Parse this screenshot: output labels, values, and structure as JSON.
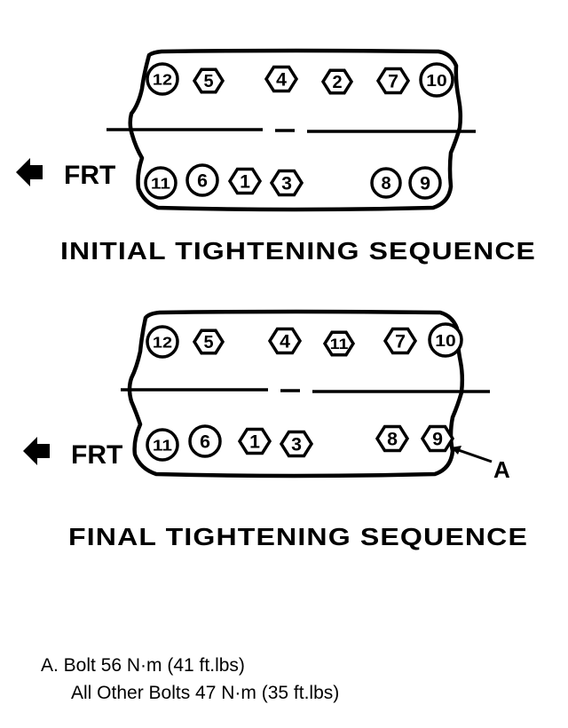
{
  "diagrams": [
    {
      "caption": "INITIAL TIGHTENING SEQUENCE",
      "direction_label": "FRT",
      "direction_icon": "arrow-left-icon",
      "top_row": [
        {
          "label": "12",
          "shape": "circle"
        },
        {
          "label": "5",
          "shape": "hexagon"
        },
        {
          "label": "4",
          "shape": "hexagon"
        },
        {
          "label": "2",
          "shape": "hexagon"
        },
        {
          "label": "7",
          "shape": "hexagon"
        },
        {
          "label": "10",
          "shape": "circle"
        }
      ],
      "bottom_row": [
        {
          "label": "11",
          "shape": "circle"
        },
        {
          "label": "6",
          "shape": "circle"
        },
        {
          "label": "1",
          "shape": "hexagon"
        },
        {
          "label": "3",
          "shape": "hexagon"
        },
        {
          "label": "8",
          "shape": "circle"
        },
        {
          "label": "9",
          "shape": "circle"
        }
      ]
    },
    {
      "caption": "FINAL TIGHTENING SEQUENCE",
      "direction_label": "FRT",
      "direction_icon": "arrow-left-icon",
      "top_row": [
        {
          "label": "12",
          "shape": "circle"
        },
        {
          "label": "5",
          "shape": "hexagon"
        },
        {
          "label": "4",
          "shape": "hexagon"
        },
        {
          "label": "11",
          "shape": "hexagon"
        },
        {
          "label": "7",
          "shape": "hexagon"
        },
        {
          "label": "10",
          "shape": "circle"
        }
      ],
      "bottom_row": [
        {
          "label": "11",
          "shape": "circle"
        },
        {
          "label": "6",
          "shape": "circle"
        },
        {
          "label": "1",
          "shape": "hexagon"
        },
        {
          "label": "3",
          "shape": "hexagon"
        },
        {
          "label": "8",
          "shape": "hexagon"
        },
        {
          "label": "9",
          "shape": "hexagon"
        }
      ],
      "callout": {
        "label": "A"
      }
    }
  ],
  "notes": {
    "line1": "A.  Bolt 56 N·m (41 ft.lbs)",
    "line2": "All Other Bolts 47 N·m (35 ft.lbs)"
  }
}
